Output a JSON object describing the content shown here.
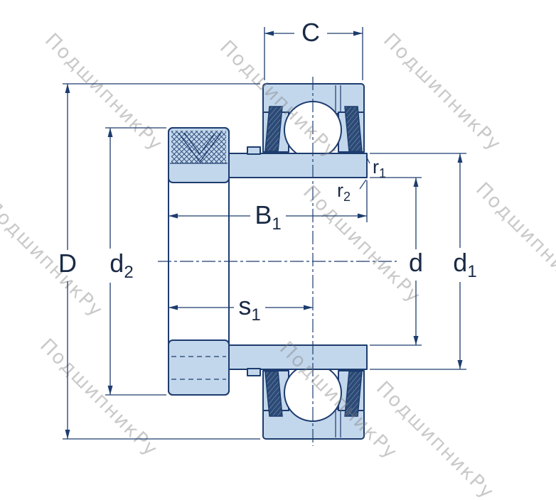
{
  "diagram": {
    "watermark": {
      "text": "ПодшипникРу",
      "color": "#c2c2c2"
    },
    "colors": {
      "background": "#ffffff",
      "part_fill": "#c3d7ec",
      "outline": "#1d3c6e",
      "seal_fill": "#2c4a74",
      "label_text": "#1a2a45"
    },
    "dimension_labels": {
      "C": {
        "base": "C",
        "sub": ""
      },
      "D": {
        "base": "D",
        "sub": ""
      },
      "d2": {
        "base": "d",
        "sub": "2"
      },
      "B1": {
        "base": "B",
        "sub": "1"
      },
      "s1": {
        "base": "s",
        "sub": "1"
      },
      "d": {
        "base": "d",
        "sub": ""
      },
      "d1": {
        "base": "d",
        "sub": "1"
      },
      "r1": {
        "base": "r",
        "sub": "1"
      },
      "r2": {
        "base": "r",
        "sub": "2"
      }
    }
  }
}
